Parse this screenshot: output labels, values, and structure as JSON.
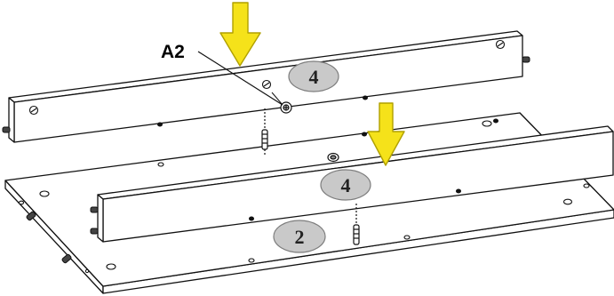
{
  "diagram": {
    "callout": {
      "label": "A2"
    },
    "badges": {
      "upper_rail": "4",
      "front_rail": "4",
      "base_panel": "2"
    },
    "colors": {
      "arrow_fill": "#f5e21a",
      "arrow_stroke": "#b0a000",
      "badge_fill": "#c9c9c9",
      "badge_stroke": "#7d7d7d",
      "line": "#111111",
      "panel_fill": "#ffffff"
    },
    "icons": [
      "down-arrow-icon",
      "wooden-dowel-icon",
      "cam-lock-icon",
      "screw-icon"
    ]
  }
}
